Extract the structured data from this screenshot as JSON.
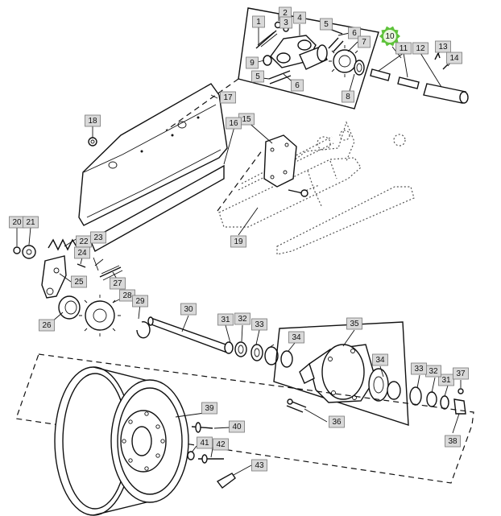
{
  "diagram": {
    "highlighted_callout": "10",
    "colors": {
      "highlight": "#5ec23a",
      "callout_bg": "#d9d9d9",
      "ink": "#111111"
    },
    "callouts": [
      {
        "id": "c1",
        "label": "1"
      },
      {
        "id": "c2",
        "label": "2"
      },
      {
        "id": "c3",
        "label": "3"
      },
      {
        "id": "c4",
        "label": "4"
      },
      {
        "id": "c5a",
        "label": "5"
      },
      {
        "id": "c5b",
        "label": "5"
      },
      {
        "id": "c6a",
        "label": "6"
      },
      {
        "id": "c6b",
        "label": "6"
      },
      {
        "id": "c7",
        "label": "7"
      },
      {
        "id": "c8",
        "label": "8"
      },
      {
        "id": "c9",
        "label": "9"
      },
      {
        "id": "c10",
        "label": "10"
      },
      {
        "id": "c11",
        "label": "11"
      },
      {
        "id": "c12",
        "label": "12"
      },
      {
        "id": "c13",
        "label": "13"
      },
      {
        "id": "c14",
        "label": "14"
      },
      {
        "id": "c15",
        "label": "15"
      },
      {
        "id": "c16",
        "label": "16"
      },
      {
        "id": "c17",
        "label": "17"
      },
      {
        "id": "c18",
        "label": "18"
      },
      {
        "id": "c19",
        "label": "19"
      },
      {
        "id": "c20",
        "label": "20"
      },
      {
        "id": "c21",
        "label": "21"
      },
      {
        "id": "c22",
        "label": "22"
      },
      {
        "id": "c23",
        "label": "23"
      },
      {
        "id": "c24",
        "label": "24"
      },
      {
        "id": "c25",
        "label": "25"
      },
      {
        "id": "c26",
        "label": "26"
      },
      {
        "id": "c27",
        "label": "27"
      },
      {
        "id": "c28",
        "label": "28"
      },
      {
        "id": "c29",
        "label": "29"
      },
      {
        "id": "c30",
        "label": "30"
      },
      {
        "id": "c31a",
        "label": "31"
      },
      {
        "id": "c31b",
        "label": "31"
      },
      {
        "id": "c32a",
        "label": "32"
      },
      {
        "id": "c32b",
        "label": "32"
      },
      {
        "id": "c33a",
        "label": "33"
      },
      {
        "id": "c33b",
        "label": "33"
      },
      {
        "id": "c34a",
        "label": "34"
      },
      {
        "id": "c34b",
        "label": "34"
      },
      {
        "id": "c35",
        "label": "35"
      },
      {
        "id": "c36",
        "label": "36"
      },
      {
        "id": "c37",
        "label": "37"
      },
      {
        "id": "c38",
        "label": "38"
      },
      {
        "id": "c39",
        "label": "39"
      },
      {
        "id": "c40",
        "label": "40"
      },
      {
        "id": "c41",
        "label": "41"
      },
      {
        "id": "c42",
        "label": "42"
      },
      {
        "id": "c43",
        "label": "43"
      }
    ]
  }
}
